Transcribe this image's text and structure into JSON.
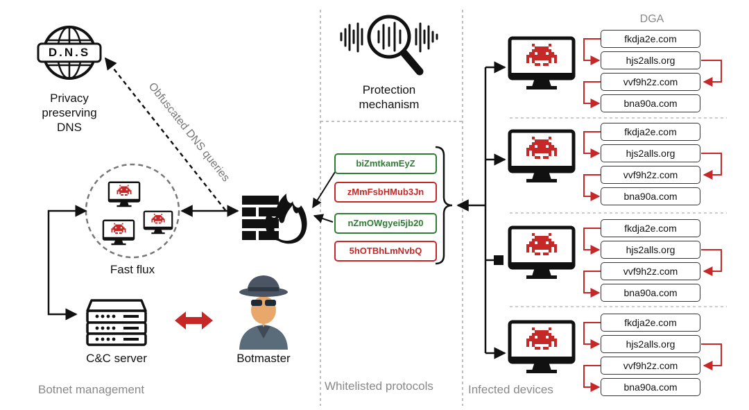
{
  "colors": {
    "accent_red": "#c62828",
    "accent_green": "#2e7d32",
    "dark": "#111111",
    "muted": "#888888"
  },
  "dns": {
    "icon_text": "D.N.S",
    "label_lines": [
      "Privacy",
      "preserving",
      "DNS"
    ]
  },
  "obfuscated_label": "Obfuscated DNS queries",
  "fast_flux": {
    "label": "Fast flux"
  },
  "cc_server": {
    "label": "C&C server"
  },
  "botmaster": {
    "label": "Botmaster"
  },
  "protection": {
    "label_lines": [
      "Protection",
      "mechanism"
    ]
  },
  "dga": {
    "label": "DGA"
  },
  "tokens": [
    {
      "text": "biZmtkamEyZ",
      "color": "green"
    },
    {
      "text": "zMmFsbHMub3Jn",
      "color": "red"
    },
    {
      "text": "nZmOWgyei5jb20",
      "color": "green"
    },
    {
      "text": "5hOTBhLmNvbQ",
      "color": "red"
    }
  ],
  "domains": [
    "fkdja2e.com",
    "hjs2alls.org",
    "vvf9h2z.com",
    "bna90a.com"
  ],
  "sections": {
    "botnet_management": "Botnet management",
    "whitelisted_protocols": "Whitelisted protocols",
    "infected_devices": "Infected devices"
  },
  "icons": {
    "dns": "globe-icon",
    "fast_flux_devices": "infected-monitor-icon",
    "server": "server-rack-icon",
    "botmaster": "hacker-icon",
    "firewall": "firewall-icon",
    "protection": "magnifier-soundwave-icon",
    "infected_device": "infected-monitor-icon"
  }
}
